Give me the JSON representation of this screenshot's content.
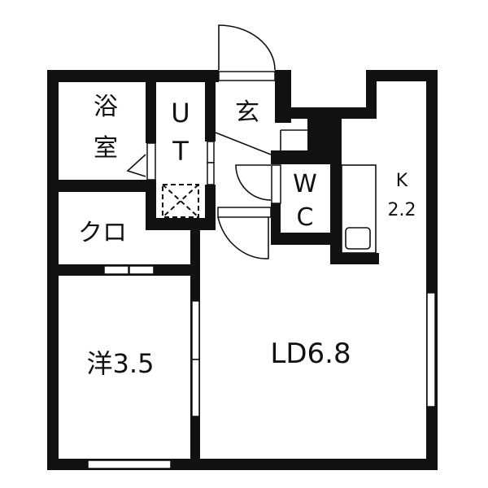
{
  "floor_plan": {
    "colors": {
      "wall": "#111111",
      "background": "#ffffff"
    },
    "rooms": [
      {
        "id": "bath",
        "line1": "浴",
        "line2": "室"
      },
      {
        "id": "utility",
        "line1": "U",
        "line2": "T"
      },
      {
        "id": "entrance",
        "label": "玄"
      },
      {
        "id": "toilet",
        "line1": "W",
        "line2": "C"
      },
      {
        "id": "kitchen",
        "line1": "K",
        "line2": "2.2"
      },
      {
        "id": "closet",
        "label": "クロ"
      },
      {
        "id": "western-room",
        "label": "洋3.5"
      },
      {
        "id": "living-dining",
        "label": "LD6.8"
      }
    ]
  }
}
